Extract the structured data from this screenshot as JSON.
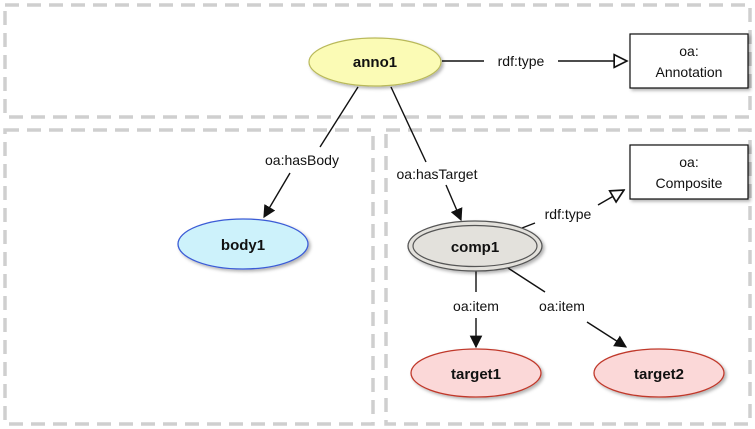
{
  "nodes": {
    "anno1": "anno1",
    "body1": "body1",
    "comp1": "comp1",
    "target1": "target1",
    "target2": "target2"
  },
  "classes": {
    "annotation": [
      "oa:",
      "Annotation"
    ],
    "composite": [
      "oa:",
      "Composite"
    ]
  },
  "edges": {
    "anno_type": "rdf:type",
    "has_body": "oa:hasBody",
    "has_target": "oa:hasTarget",
    "comp_type": "rdf:type",
    "item1": "oa:item",
    "item2": "oa:item"
  },
  "colors": {
    "anno1_fill": "#fbfbb5",
    "anno1_stroke": "#b9b95a",
    "body1_fill": "#cdf2fb",
    "body1_stroke": "#3b5bd6",
    "comp1_fill": "#e3e1dc",
    "comp1_stroke": "#555555",
    "target_fill": "#fbd8d8",
    "target_stroke": "#c0392b",
    "region_stroke": "#cfcfcf"
  }
}
